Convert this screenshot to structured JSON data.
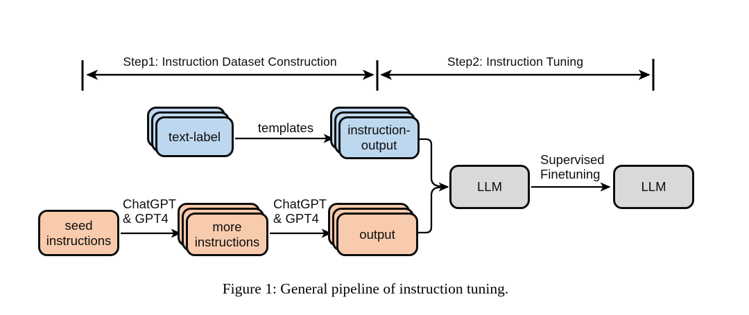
{
  "steps": {
    "step1": "Step1: Instruction Dataset Construction",
    "step2": "Step2: Instruction Tuning"
  },
  "nodes": {
    "text_label": {
      "label": "text-label"
    },
    "instruction_output": {
      "line1": "instruction-",
      "line2": "output"
    },
    "seed_instructions": {
      "line1": "seed",
      "line2": "instructions"
    },
    "more_instructions": {
      "line1": "more",
      "line2": "instructions"
    },
    "output": {
      "label": "output"
    },
    "llm_base": {
      "label": "LLM"
    },
    "llm_tuned": {
      "label": "LLM"
    }
  },
  "edges": {
    "templates": "templates",
    "chatgpt_gpt4_a": {
      "line1": "ChatGPT",
      "line2": "& GPT4"
    },
    "chatgpt_gpt4_b": {
      "line1": "ChatGPT",
      "line2": "& GPT4"
    },
    "supervised_finetuning": {
      "line1": "Supervised",
      "line2": "Finetuning"
    }
  },
  "caption": "Figure 1: General pipeline of instruction tuning.",
  "colors": {
    "blue": "#bdd7ee",
    "orange": "#f8cbad",
    "gray": "#d9d9d9",
    "line": "#000000"
  }
}
